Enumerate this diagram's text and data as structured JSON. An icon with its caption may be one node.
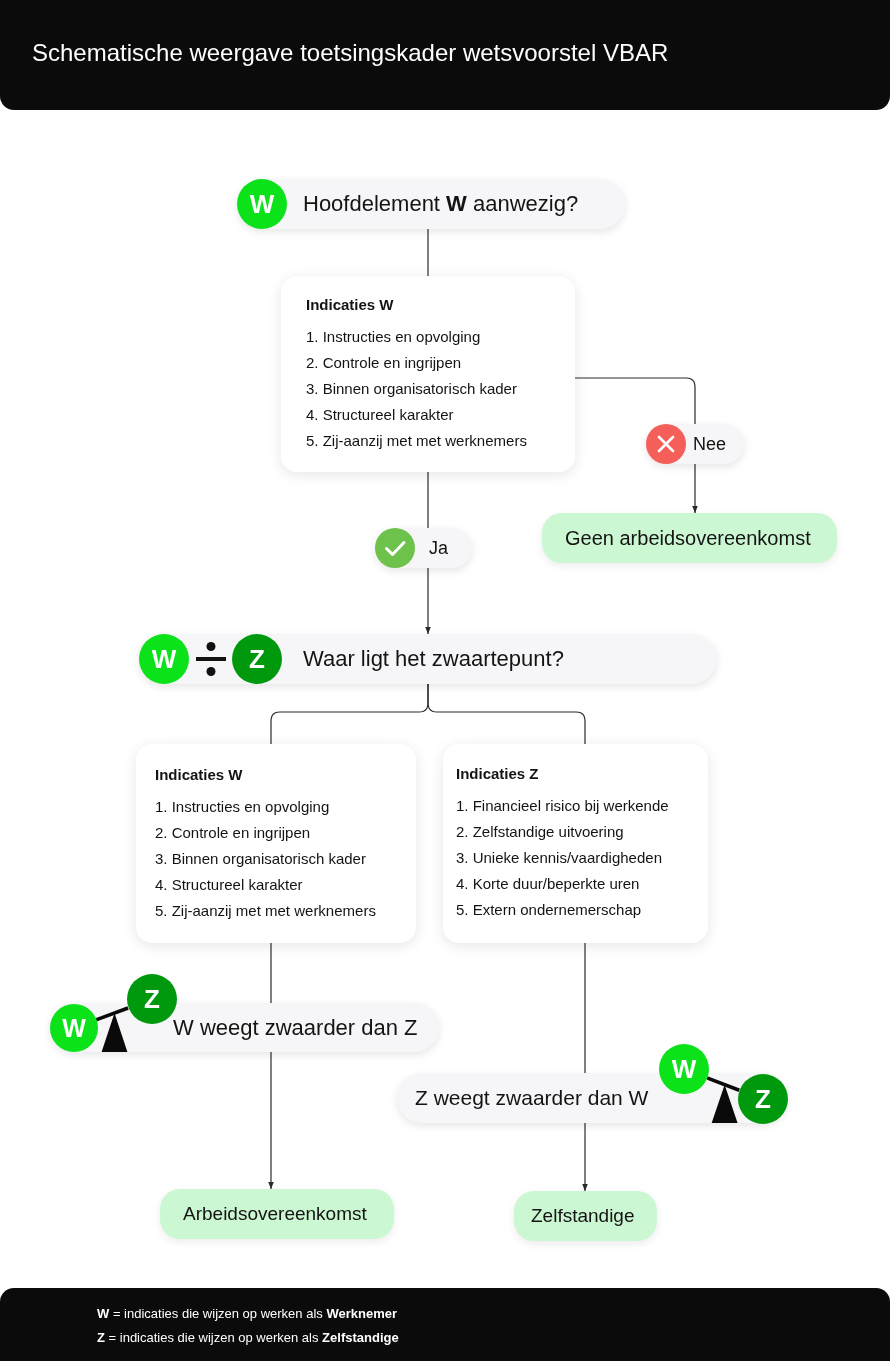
{
  "diagram": {
    "title": "Schematische weergave toetsingskader wetsvoorstel VBAR",
    "nodes": [
      {
        "text": [
          "W",
          "Hoofdelement **W** aanwezig?"
        ]
      },
      {
        "text": [
          "Indicaties W",
          "1. Instructies en opvolging",
          "2. Controle en ingrijpen",
          "3. Binnen organisatorisch kader",
          "4. Structureel karakter",
          "5. Zij-aanzij met met werknemers"
        ]
      },
      {
        "text": [
          "Geen arbeidsovereenkomst"
        ]
      },
      {
        "text": [
          "W",
          "Z",
          "Waar ligt het zwaartepunt?"
        ]
      },
      {
        "text": [
          "Indicaties W",
          "1. Instructies en opvolging",
          "2. Controle en ingrijpen",
          "3. Binnen organisatorisch kader",
          "4. Structureel karakter",
          "5. Zij-aanzij met met werknemers"
        ]
      },
      {
        "text": [
          "Indicaties Z",
          "1. Financieel risico bij werkende",
          "2. Zelfstandige uitvoering",
          "3. Unieke kennis/vaardigheden",
          "4. Korte duur/beperkte uren",
          "5. Extern ondernemerschap"
        ]
      },
      {
        "text": [
          "W",
          "Z",
          "W weegt zwaarder dan Z"
        ]
      },
      {
        "text": [
          "Z weegt zwaarder dan W",
          "W",
          "Z"
        ]
      },
      {
        "text": [
          "Arbeidsovereenkomst"
        ]
      },
      {
        "text": [
          "Zelfstandige"
        ]
      }
    ],
    "edges": [
      {
        "from": 0,
        "to": 1,
        "arrow": "none"
      },
      {
        "from": 1,
        "to": 2,
        "arrow": "to",
        "label": "Nee"
      },
      {
        "from": 1,
        "to": 3,
        "arrow": "to",
        "label": "Ja"
      },
      {
        "from": 3,
        "to": 4,
        "arrow": "none"
      },
      {
        "from": 3,
        "to": 5,
        "arrow": "none"
      },
      {
        "from": 4,
        "to": 6,
        "arrow": "none"
      },
      {
        "from": 6,
        "to": 8,
        "arrow": "to"
      },
      {
        "from": 5,
        "to": 7,
        "arrow": "none"
      },
      {
        "from": 7,
        "to": 9,
        "arrow": "to"
      }
    ],
    "labels": [
      "**W** = indicaties die wijzen op werken als **Werknemer**",
      "**Z** = indicaties die wijzen op werken als **Zelfstandige**"
    ]
  }
}
